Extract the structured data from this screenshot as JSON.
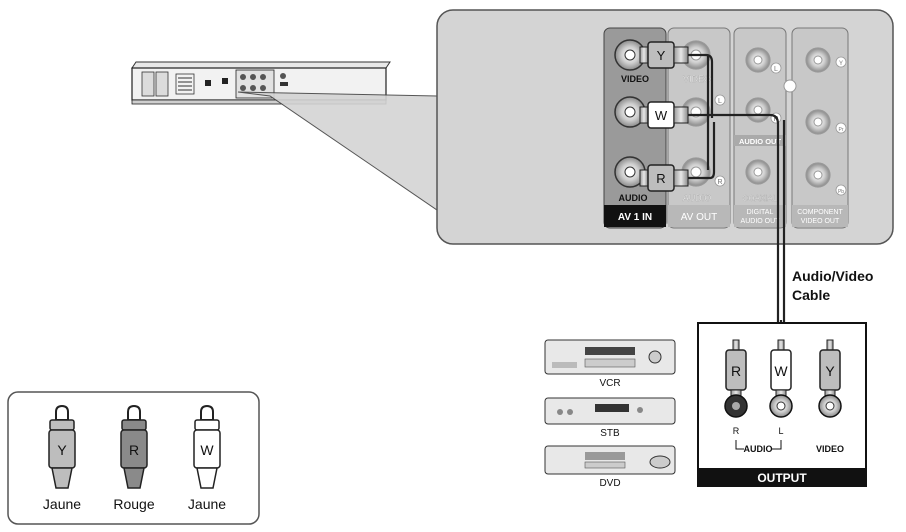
{
  "panel": {
    "av_in": {
      "video": "VIDEO",
      "audio": "AUDIO",
      "title": "AV 1 IN",
      "plugs": [
        "Y",
        "W",
        "R"
      ]
    },
    "av_out": {
      "video": "VIDEO",
      "audio": "AUDIO",
      "title": "AV OUT",
      "mark_l": "L",
      "mark_r": "R"
    },
    "audio_out": {
      "label": "AUDIO OUT",
      "mark_l": "L",
      "mark_r": "R",
      "coaxial": "COAXIAL",
      "title_line1": "DIGITAL",
      "title_line2": "AUDIO OUT"
    },
    "component": {
      "title_line1": "COMPONENT",
      "title_line2": "VIDEO OUT",
      "marks": [
        "Y",
        "Pr",
        "Pb"
      ]
    }
  },
  "cable": {
    "line1": "Audio/Video",
    "line2": "Cable"
  },
  "output_box": {
    "title": "OUTPUT",
    "plugs": [
      "R",
      "W",
      "Y"
    ],
    "label_r": "R",
    "label_l": "L",
    "label_audio": "AUDIO",
    "label_video": "VIDEO"
  },
  "devices": [
    "VCR",
    "STB",
    "DVD"
  ],
  "legend": [
    {
      "plug": "Y",
      "caption": "Jaune"
    },
    {
      "plug": "R",
      "caption": "Rouge"
    },
    {
      "plug": "W",
      "caption": "Jaune"
    }
  ],
  "colors": {
    "panel_fill": "#d4d4d4",
    "av_in_fill": "#9a9a9a",
    "stroke": "#1a1a1a",
    "title_bar": "#111111"
  }
}
